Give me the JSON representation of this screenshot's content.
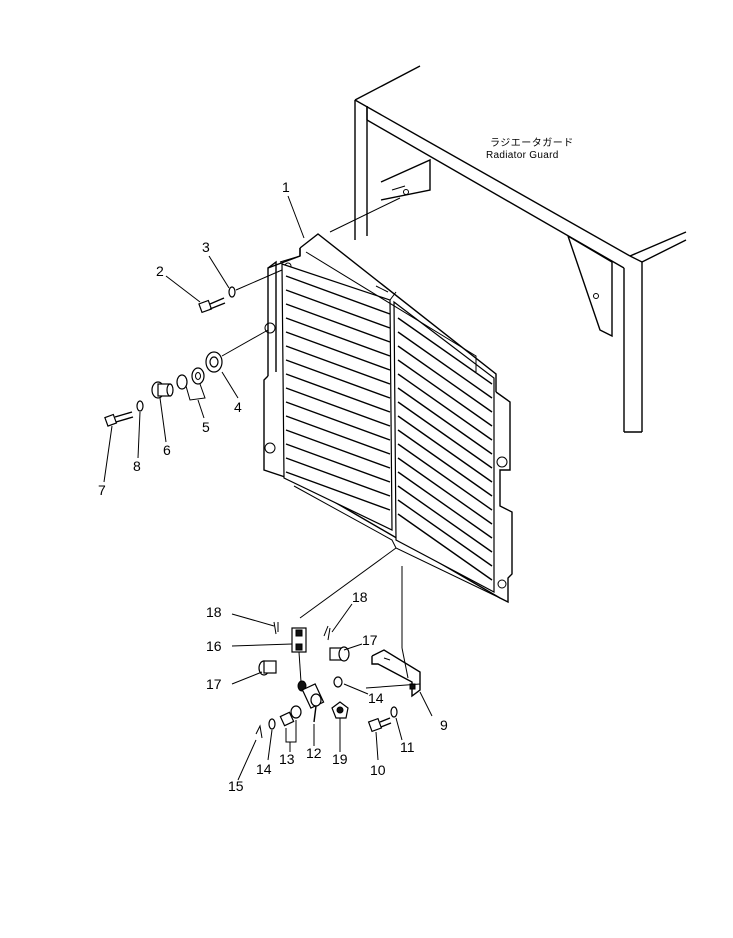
{
  "guard_label": {
    "japanese": "ラジエータガード",
    "english": "Radiator  Guard"
  },
  "callouts": {
    "c1": "1",
    "c2": "2",
    "c3": "3",
    "c4": "4",
    "c5": "5",
    "c6": "6",
    "c7": "7",
    "c8": "8",
    "c9": "9",
    "c10": "10",
    "c11": "11",
    "c12": "12",
    "c13": "13",
    "c14a": "14",
    "c14b": "14",
    "c15": "15",
    "c16": "16",
    "c17a": "17",
    "c17b": "17",
    "c18a": "18",
    "c18b": "18",
    "c19": "19"
  }
}
